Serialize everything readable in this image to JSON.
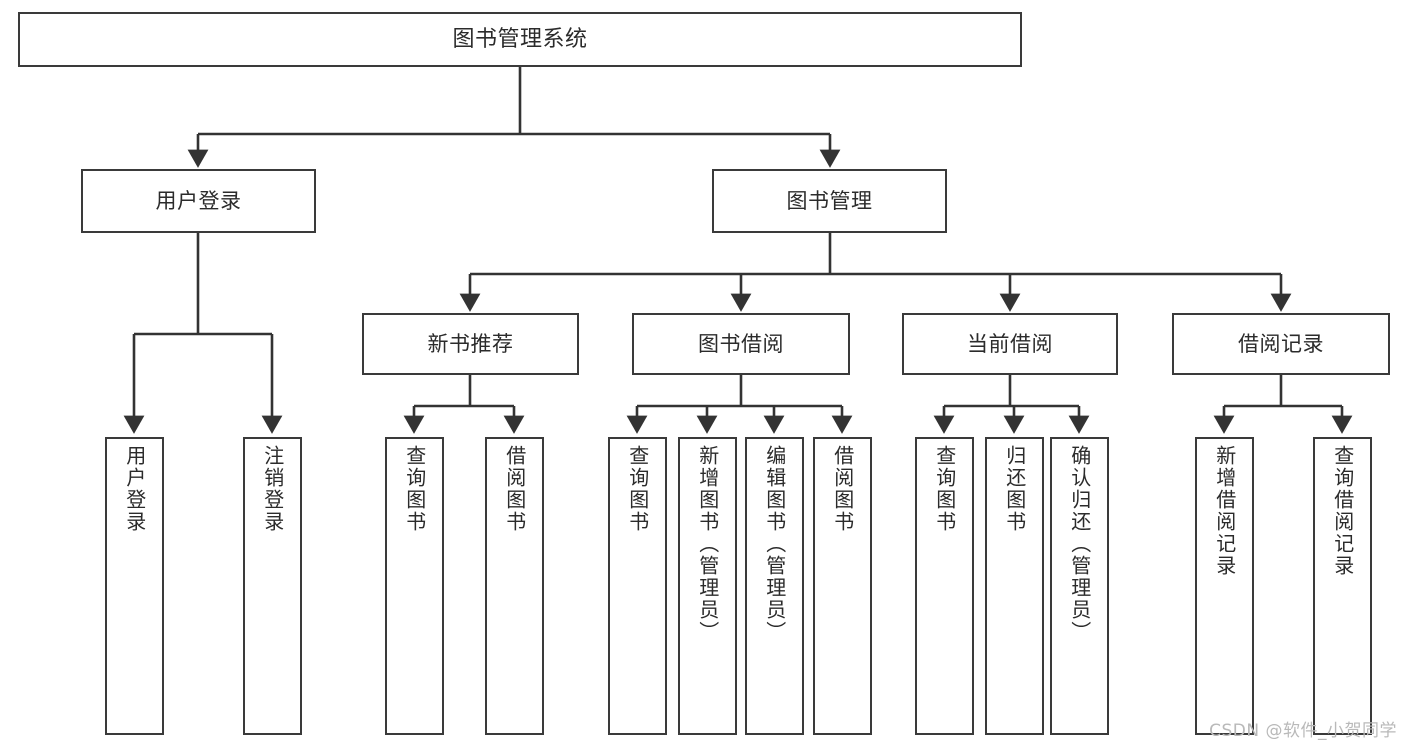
{
  "diagram": {
    "title": "图书管理系统",
    "type": "tree",
    "watermark": "CSDN @软件_小贺同学",
    "colors": {
      "box_border": "#3a3a3a",
      "box_fill": "#ffffff",
      "connector": "#333333",
      "text": "#2b2b2b",
      "watermark": "#b9b9b9",
      "background": "#ffffff"
    },
    "nodes": {
      "root": {
        "label": "图书管理系统"
      },
      "level2": [
        {
          "id": "user-login",
          "label": "用户登录"
        },
        {
          "id": "book-manage",
          "label": "图书管理"
        }
      ],
      "level3": [
        {
          "id": "new-book-recommend",
          "label": "新书推荐"
        },
        {
          "id": "book-borrow",
          "label": "图书借阅"
        },
        {
          "id": "current-borrow",
          "label": "当前借阅"
        },
        {
          "id": "borrow-record",
          "label": "借阅记录"
        }
      ],
      "leaves": {
        "user_login": [
          {
            "id": "leaf-user-login",
            "label": "用户登录"
          },
          {
            "id": "leaf-logout-login",
            "label": "注销登录"
          }
        ],
        "new_book_recommend": [
          {
            "id": "leaf-query-book-1",
            "label": "查询图书"
          },
          {
            "id": "leaf-borrow-book-1",
            "label": "借阅图书"
          }
        ],
        "book_borrow": [
          {
            "id": "leaf-query-book-2",
            "label": "查询图书"
          },
          {
            "id": "leaf-add-book",
            "label": "新增图书（管理员）"
          },
          {
            "id": "leaf-edit-book",
            "label": "编辑图书（管理员）"
          },
          {
            "id": "leaf-borrow-book-2",
            "label": "借阅图书"
          }
        ],
        "current_borrow": [
          {
            "id": "leaf-query-book-3",
            "label": "查询图书"
          },
          {
            "id": "leaf-return-book",
            "label": "归还图书"
          },
          {
            "id": "leaf-confirm-return",
            "label": "确认归还（管理员）"
          }
        ],
        "borrow_record": [
          {
            "id": "leaf-add-record",
            "label": "新增借阅记录"
          },
          {
            "id": "leaf-query-record",
            "label": "查询借阅记录"
          }
        ]
      }
    }
  }
}
